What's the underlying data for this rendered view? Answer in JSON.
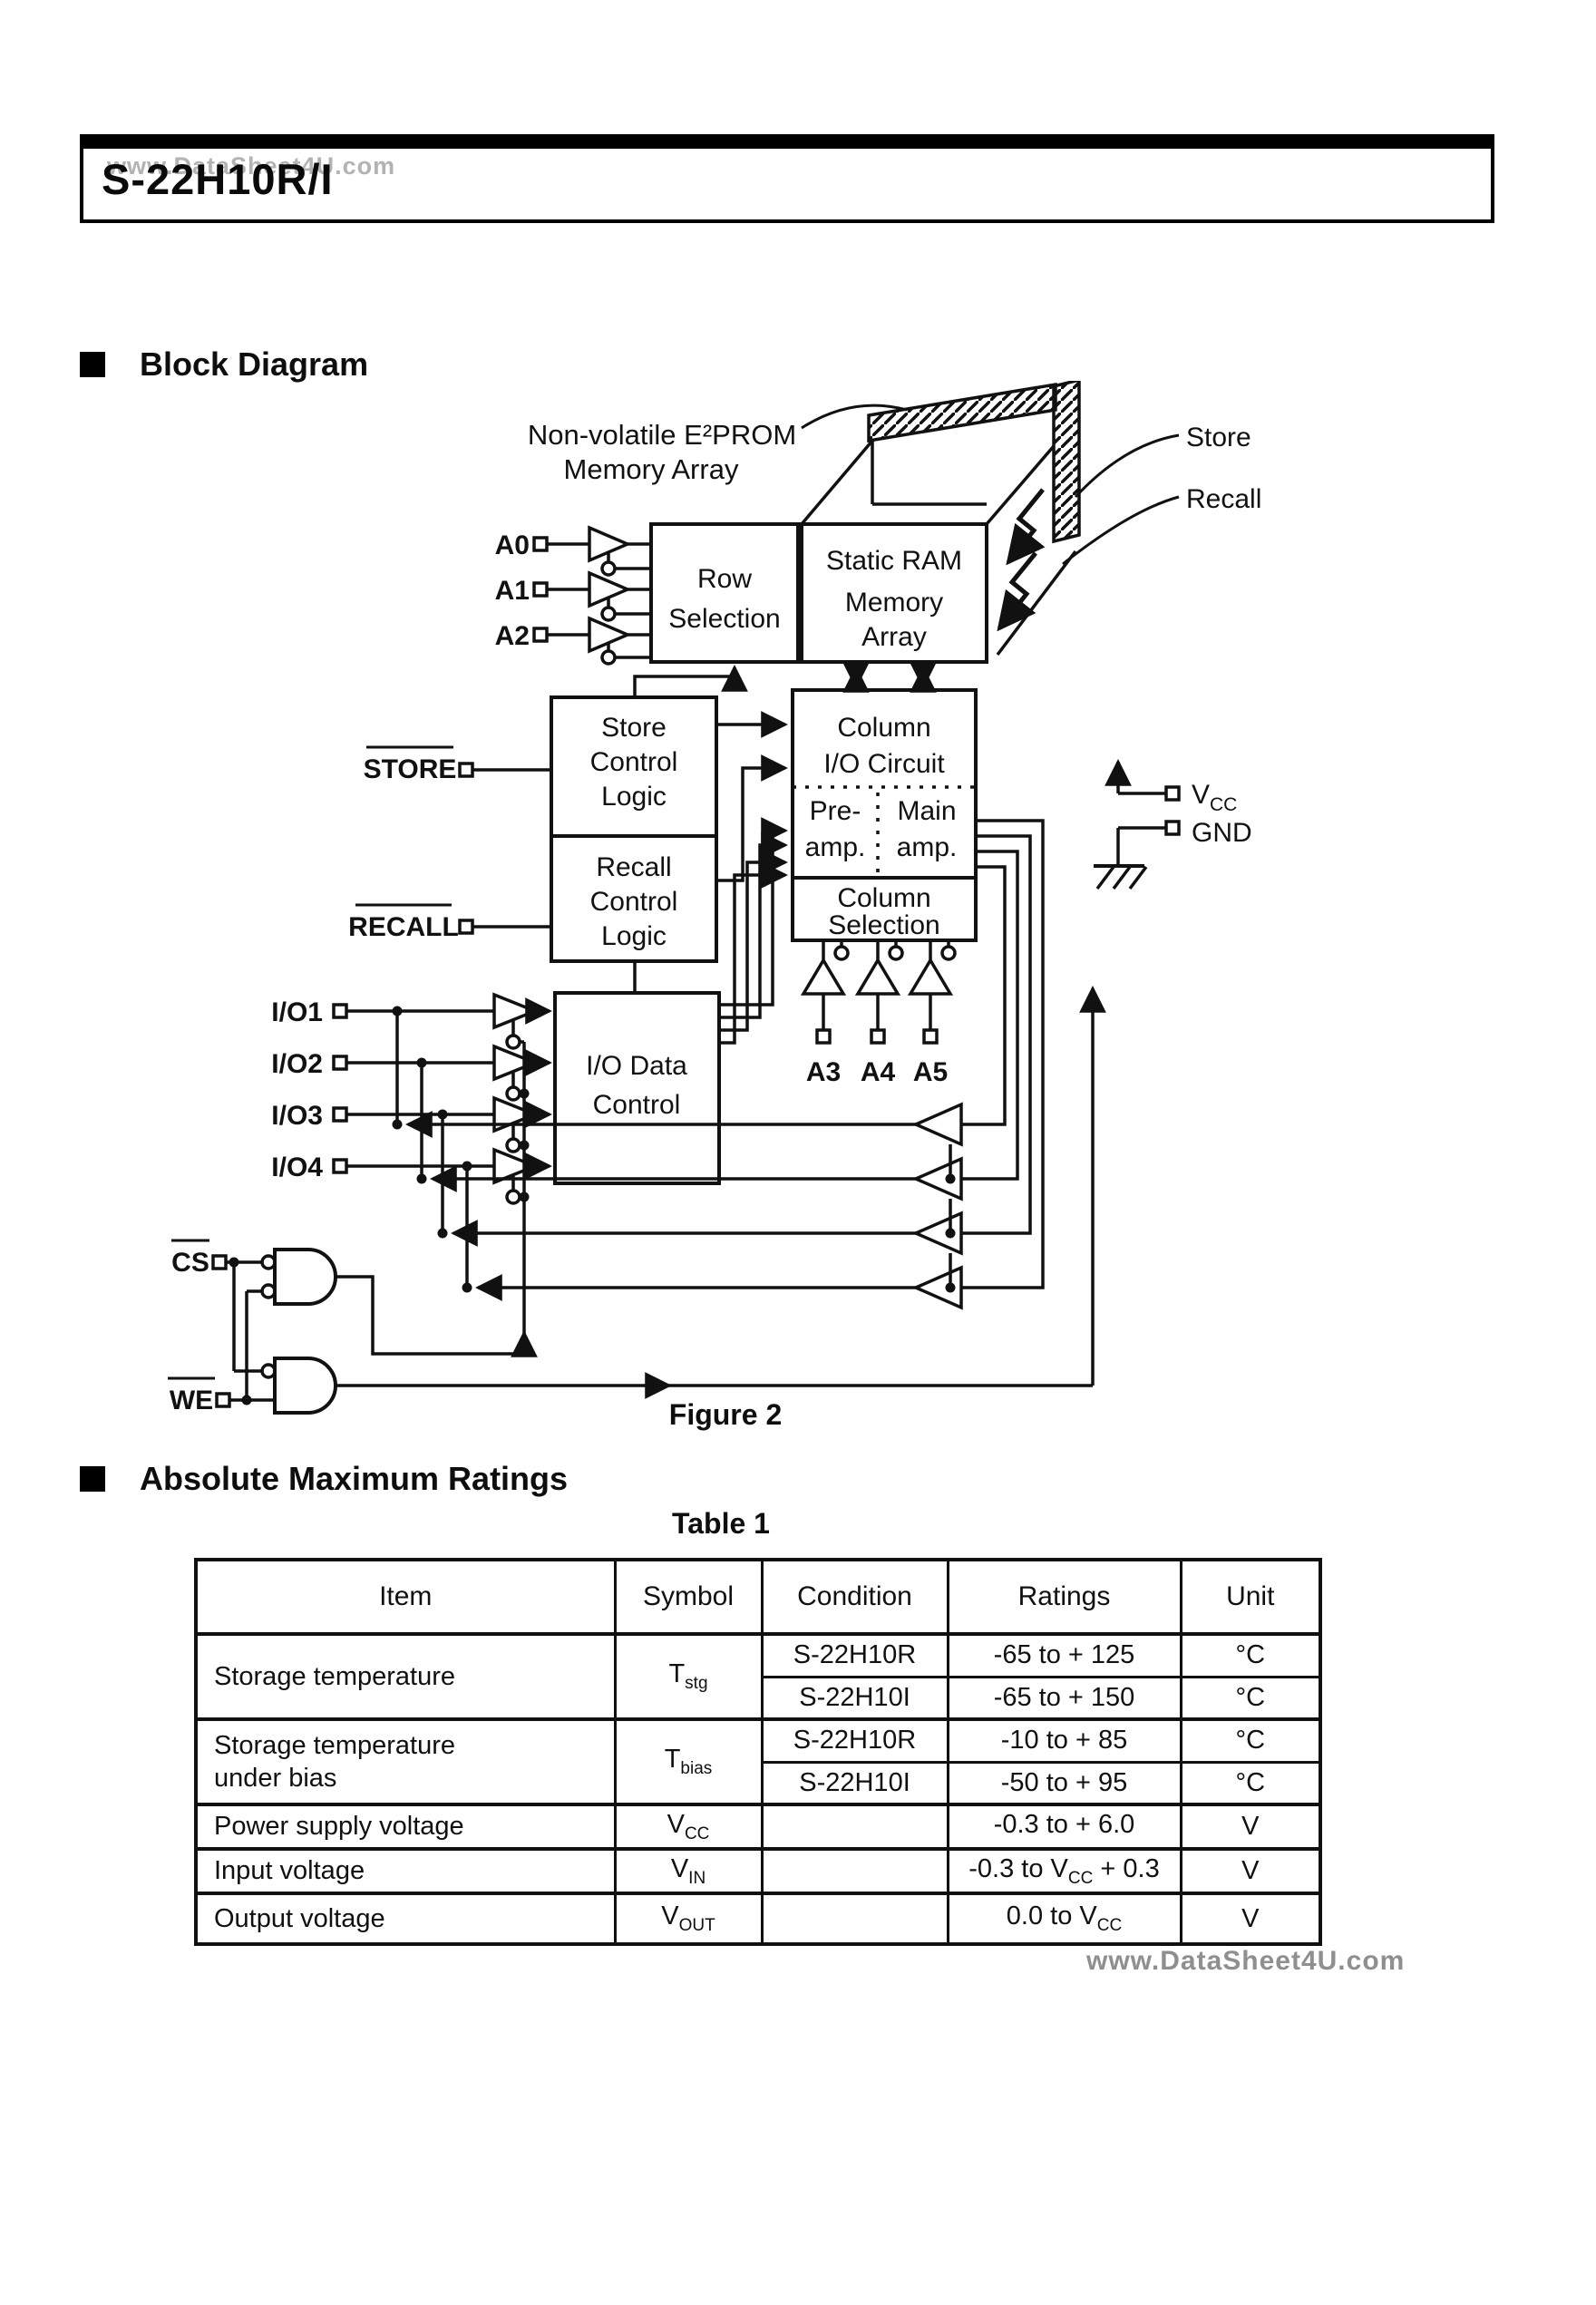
{
  "header": {
    "title": "S-22H10R/I",
    "watermark": "www.DataSheet4U.com"
  },
  "sections": {
    "block_diagram": "Block Diagram",
    "abs_max": "Absolute Maximum Ratings"
  },
  "captions": {
    "figure": "Figure 2",
    "table": "Table 1"
  },
  "footer": {
    "watermark": "www.DataSheet4U.com"
  },
  "diagram": {
    "labels": {
      "nonvolatile_1": "Non-volatile E²PROM",
      "nonvolatile_2": "Memory Array",
      "store": "Store",
      "recall": "Recall",
      "row_selection_1": "Row",
      "row_selection_2": "Selection",
      "static_ram_1": "Static RAM",
      "static_ram_2": "Memory",
      "static_ram_3": "Array",
      "store_ctl_1": "Store",
      "store_ctl_2": "Control",
      "store_ctl_3": "Logic",
      "recall_ctl_1": "Recall",
      "recall_ctl_2": "Control",
      "recall_ctl_3": "Logic",
      "col_io_1": "Column",
      "col_io_2": "I/O Circuit",
      "pre_1": "Pre-",
      "pre_2": "amp.",
      "main_1": "Main",
      "main_2": "amp.",
      "col_sel_1": "Column",
      "col_sel_2": "Selection",
      "io_data_1": "I/O Data",
      "io_data_2": "Control",
      "vcc_base": "V",
      "vcc_sub": "CC",
      "gnd": "GND"
    },
    "pins": {
      "a0": "A0",
      "a1": "A1",
      "a2": "A2",
      "store": "STORE",
      "recall": "RECALL",
      "io1": "I/O1",
      "io2": "I/O2",
      "io3": "I/O3",
      "io4": "I/O4",
      "cs": "CS",
      "we": "WE",
      "a3": "A3",
      "a4": "A4",
      "a5": "A5"
    }
  },
  "table": {
    "headers": [
      "Item",
      "Symbol",
      "Condition",
      "Ratings",
      "Unit"
    ],
    "rows": [
      {
        "item_1": "Storage temperature",
        "item_2": "",
        "symbol_base": "T",
        "symbol_sub": "stg",
        "sub": [
          {
            "condition": "S-22H10R",
            "rating": "-65 to + 125",
            "unit": "°C"
          },
          {
            "condition": "S-22H10I",
            "rating": "-65 to + 150",
            "unit": "°C"
          }
        ]
      },
      {
        "item_1": "Storage temperature",
        "item_2": "under bias",
        "symbol_base": "T",
        "symbol_sub": "bias",
        "sub": [
          {
            "condition": "S-22H10R",
            "rating": "-10 to + 85",
            "unit": "°C"
          },
          {
            "condition": "S-22H10I",
            "rating": "-50 to + 95",
            "unit": "°C"
          }
        ]
      },
      {
        "item_1": "Power supply voltage",
        "symbol_base": "V",
        "symbol_sub": "CC",
        "condition": "",
        "rating_pre": "-0.3 to + 6.0",
        "rating_sub": "",
        "rating_post": "",
        "unit": "V"
      },
      {
        "item_1": "Input voltage",
        "symbol_base": "V",
        "symbol_sub": "IN",
        "condition": "",
        "rating_pre": "-0.3 to V",
        "rating_sub": "CC",
        "rating_post": " + 0.3",
        "unit": "V"
      },
      {
        "item_1": "Output voltage",
        "symbol_base": "V",
        "symbol_sub": "OUT",
        "condition": "",
        "rating_pre": "0.0 to V",
        "rating_sub": "CC",
        "rating_post": "",
        "unit": "V"
      }
    ]
  }
}
